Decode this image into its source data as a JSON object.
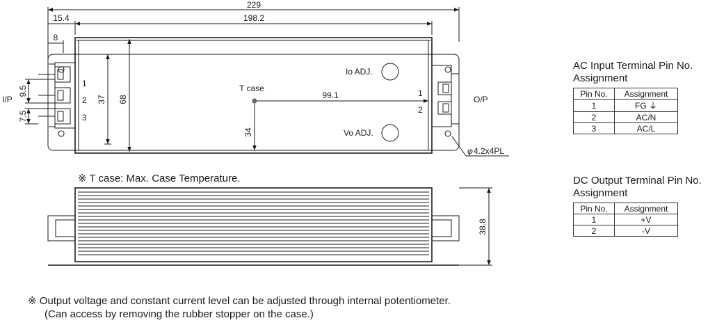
{
  "dimensions": {
    "total_length": "229",
    "offset": "15.4",
    "body_length": "198.2",
    "tab_width": "8",
    "terminal_pitch": "9.5",
    "terminal_pitch_2": "7.5",
    "pin_span": "37",
    "body_width": "68",
    "tcase_x": "99.1",
    "tcase_y": "34",
    "height": "38.8",
    "mounting_holes": "4.2x4PL",
    "phi": "φ"
  },
  "labels": {
    "input": "I/P",
    "output": "O/P",
    "tcase": "T case",
    "io_adj": "Io ADJ.",
    "vo_adj": "Vo ADJ.",
    "in_pins": [
      "1",
      "2",
      "3"
    ],
    "out_pins": [
      "1",
      "2"
    ]
  },
  "note_tcase": "※ T case: Max. Case Temperature.",
  "ac_table": {
    "title_line1": "AC Input Terminal Pin No.",
    "title_line2": "Assignment",
    "headers": [
      "Pin No.",
      "Assignment"
    ],
    "rows": [
      [
        "1",
        "FG ⏚"
      ],
      [
        "2",
        "AC/N"
      ],
      [
        "3",
        "AC/L"
      ]
    ]
  },
  "dc_table": {
    "title_line1": "DC Output Terminal Pin No.",
    "title_line2": "Assignment",
    "headers": [
      "Pin No.",
      "Assignment"
    ],
    "rows": [
      [
        "1",
        "+V"
      ],
      [
        "2",
        "-V"
      ]
    ]
  },
  "footnote_line1": "※ Output voltage and constant current level can be adjusted through internal potentiometer.",
  "footnote_line2": "(Can access by removing the rubber stopper on the case.)"
}
